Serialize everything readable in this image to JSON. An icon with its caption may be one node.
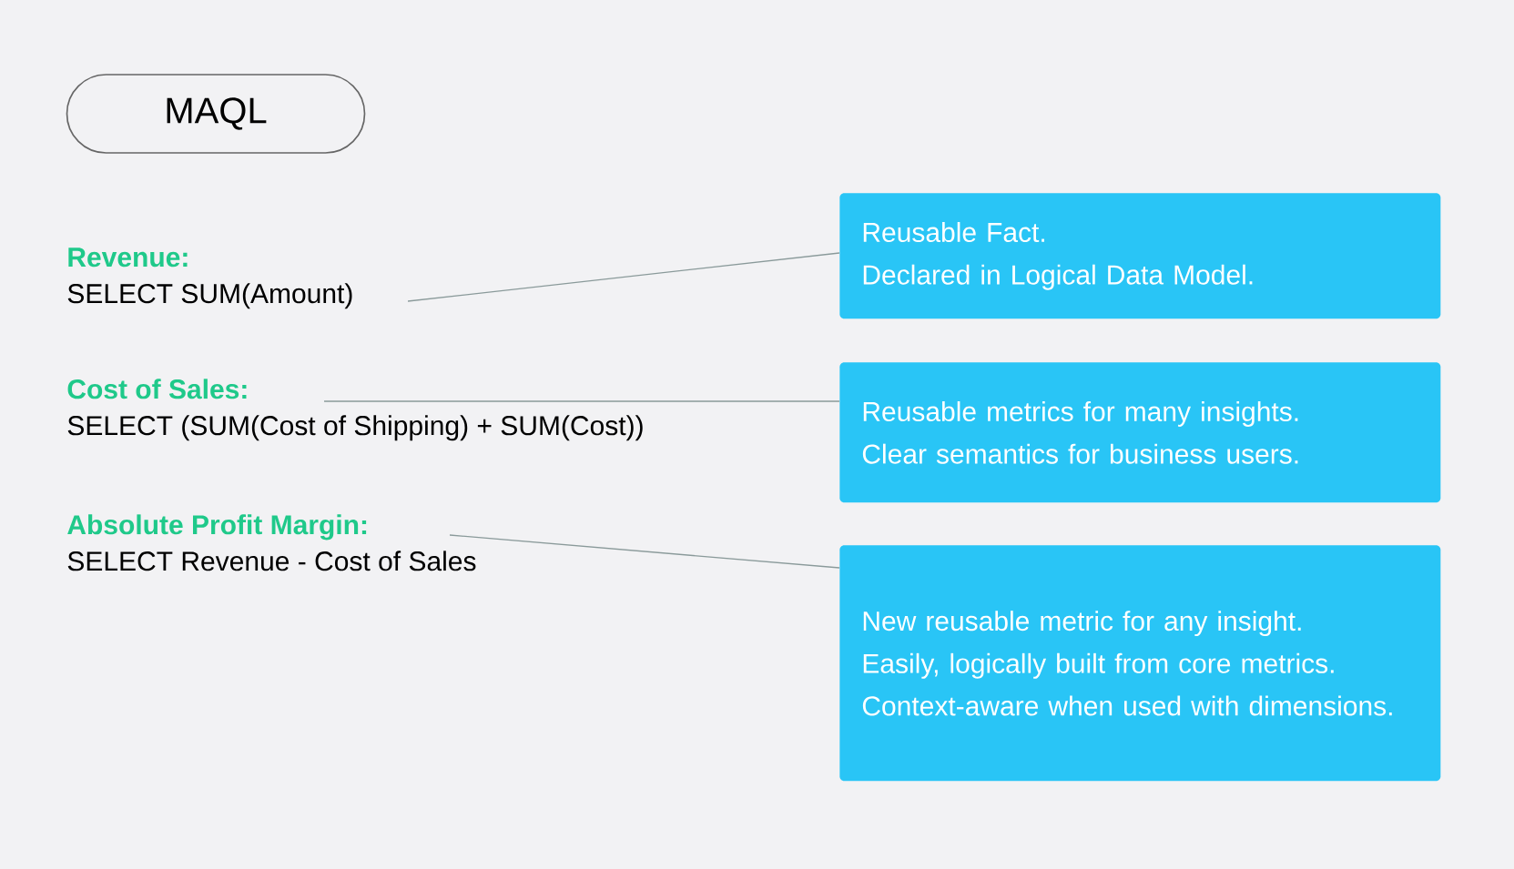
{
  "diagram": {
    "nodes": [
      {
        "text": [
          "MAQL"
        ]
      },
      {
        "text": [
          "Revenue:",
          "SELECT SUM(Amount)"
        ]
      },
      {
        "text": [
          "Cost of Sales:",
          "SELECT (SUM(Cost of Shipping) + SUM(Cost))"
        ]
      },
      {
        "text": [
          "Absolute Profit Margin:",
          "SELECT Revenue - Cost of Sales"
        ]
      },
      {
        "text": [
          "Reusable Fact.",
          "Declared in Logical Data Model."
        ]
      },
      {
        "text": [
          "Reusable metrics for many insights.",
          "Clear semantics for business users."
        ]
      },
      {
        "text": [
          "New reusable metric for any insight.",
          "Easily, logically built from core metrics.",
          "Context-aware when used with dimensions."
        ]
      }
    ],
    "edges": [
      {
        "from": 1,
        "to": 4,
        "arrow": "none"
      },
      {
        "from": 2,
        "to": 5,
        "arrow": "none"
      },
      {
        "from": 3,
        "to": 6,
        "arrow": "none"
      }
    ]
  }
}
